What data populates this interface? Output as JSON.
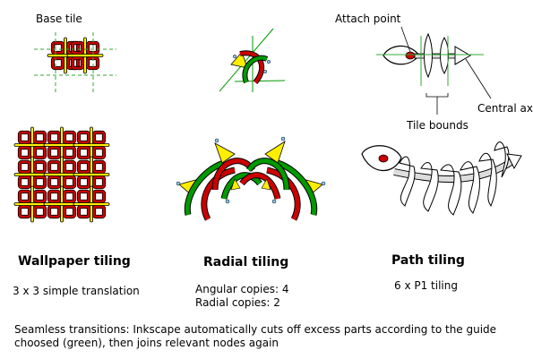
{
  "labels": {
    "base_tile": "Base tile",
    "attach_point": "Attach point",
    "tile_bounds": "Tile bounds",
    "central_axis": "Central axis"
  },
  "sections": {
    "wallpaper": {
      "title": "Wallpaper tiling",
      "caption": "3 x 3 simple translation"
    },
    "radial": {
      "title": "Radial tiling",
      "caption_line1": "Angular copies: 4",
      "caption_line2": "Radial copies: 2"
    },
    "path": {
      "title": "Path tiling",
      "caption": "6 x P1 tiling"
    }
  },
  "footer": {
    "line1": "Seamless transitions: Inkscape automatically cuts off excess parts according to the guide",
    "line2": "choosed (green), then joins relevant nodes again"
  },
  "colors": {
    "red": "#cc0000",
    "yellow": "#ffee00",
    "green": "#009900",
    "guide": "#33aa33",
    "bone": "#dddddd"
  }
}
